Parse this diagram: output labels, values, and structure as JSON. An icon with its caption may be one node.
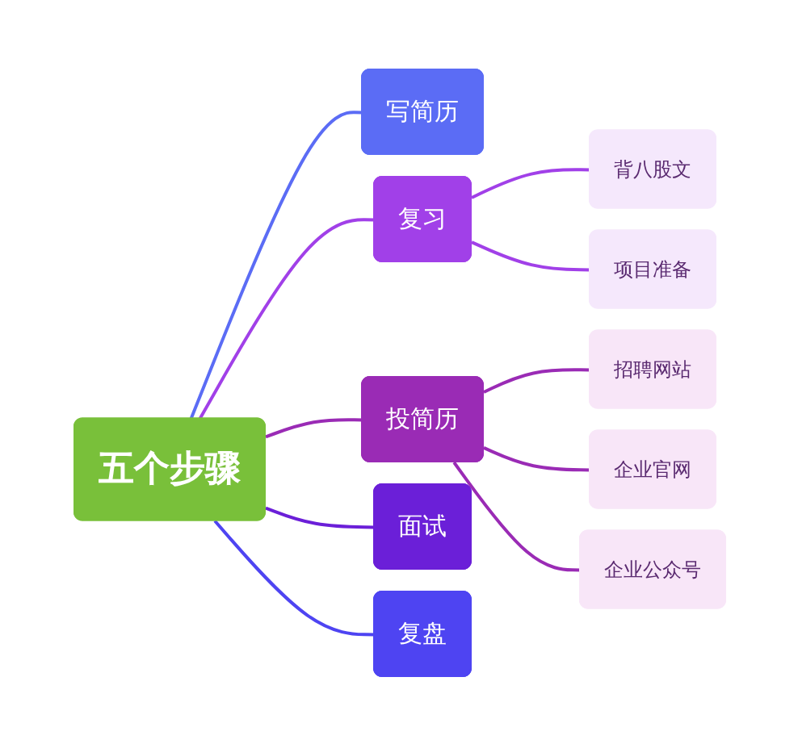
{
  "diagram": {
    "nodes": [
      {
        "text": [
          "五个步骤"
        ]
      },
      {
        "text": [
          "写简历"
        ]
      },
      {
        "text": [
          "复习"
        ]
      },
      {
        "text": [
          "背八股文"
        ]
      },
      {
        "text": [
          "项目准备"
        ]
      },
      {
        "text": [
          "投简历"
        ]
      },
      {
        "text": [
          "招聘网站"
        ]
      },
      {
        "text": [
          "企业官网"
        ]
      },
      {
        "text": [
          "企业公众号"
        ]
      },
      {
        "text": [
          "面试"
        ]
      },
      {
        "text": [
          "复盘"
        ]
      }
    ],
    "edges": [
      {
        "from": 0,
        "to": 1,
        "arrow": "none",
        "color": "#5b6cf5"
      },
      {
        "from": 0,
        "to": 2,
        "arrow": "none",
        "color": "#a140e8"
      },
      {
        "from": 2,
        "to": 3,
        "arrow": "none",
        "color": "#a140e8"
      },
      {
        "from": 2,
        "to": 4,
        "arrow": "none",
        "color": "#a140e8"
      },
      {
        "from": 0,
        "to": 5,
        "arrow": "none",
        "color": "#9a2bb5"
      },
      {
        "from": 5,
        "to": 6,
        "arrow": "none",
        "color": "#9a2bb5"
      },
      {
        "from": 5,
        "to": 7,
        "arrow": "none",
        "color": "#9a2bb5"
      },
      {
        "from": 5,
        "to": 8,
        "arrow": "none",
        "color": "#9a2bb5"
      },
      {
        "from": 0,
        "to": 9,
        "arrow": "none",
        "color": "#6b1fd8"
      },
      {
        "from": 0,
        "to": 10,
        "arrow": "none",
        "color": "#4e44f2"
      }
    ]
  }
}
